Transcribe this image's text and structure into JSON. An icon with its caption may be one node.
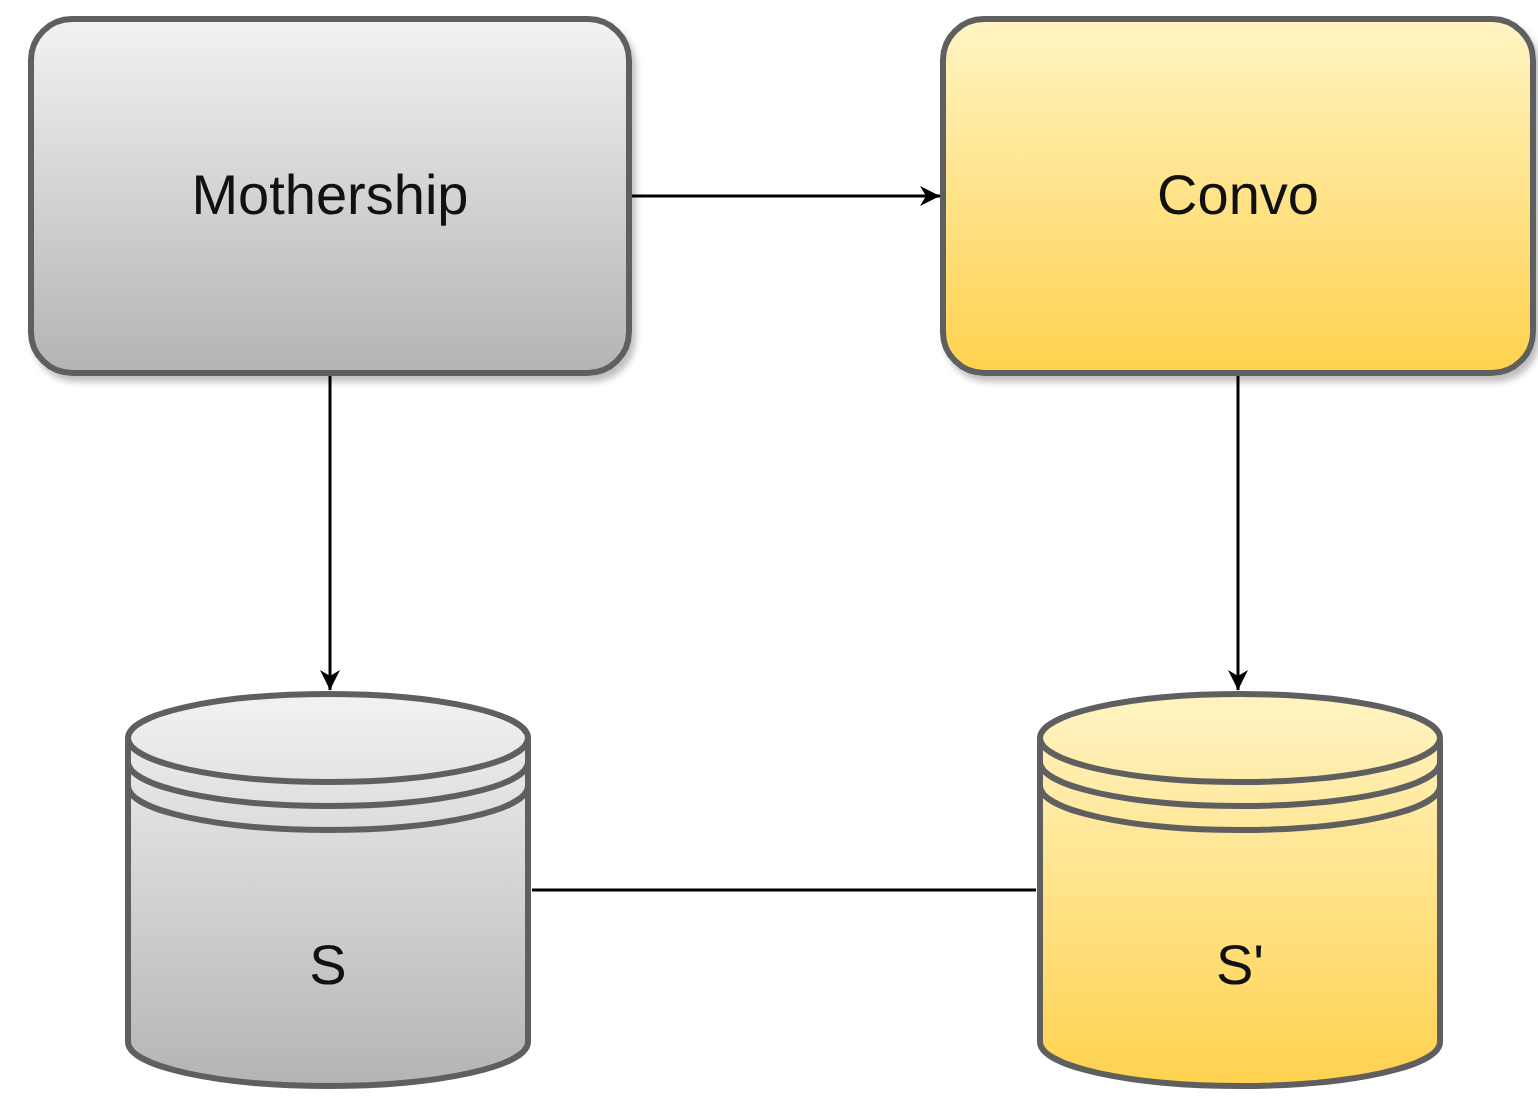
{
  "diagram": {
    "nodes": [
      {
        "text": [
          "Mothership"
        ]
      },
      {
        "text": [
          "Convo"
        ]
      },
      {
        "text": [
          "S"
        ]
      },
      {
        "text": [
          "S'"
        ]
      }
    ],
    "edges": [
      {
        "from": 0,
        "to": 1,
        "arrow": "to"
      },
      {
        "from": 0,
        "to": 2,
        "arrow": "to"
      },
      {
        "from": 1,
        "to": 3,
        "arrow": "to"
      },
      {
        "from": 2,
        "to": 3,
        "arrow": "none"
      }
    ]
  }
}
